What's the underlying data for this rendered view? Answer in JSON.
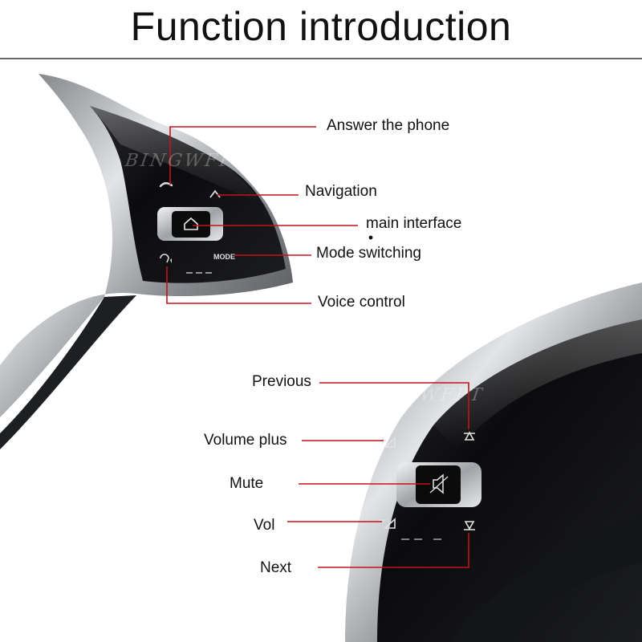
{
  "title": "Function introduction",
  "watermark": "BINGWFPT",
  "upper_labels": {
    "answer_phone": "Answer the phone",
    "navigation": "Navigation",
    "main_interface": "main interface",
    "mode_switching": "Mode switching",
    "voice_control": "Voice control"
  },
  "lower_labels": {
    "previous": "Previous",
    "volume_plus": "Volume plus",
    "mute": "Mute",
    "vol": "Vol",
    "next": "Next"
  },
  "button_text": {
    "mode": "MODE"
  },
  "icons": {
    "phone": "phone-icon",
    "nav": "navigation-arrow-icon",
    "home": "home-icon",
    "voice": "voice-control-icon",
    "prev": "previous-track-icon",
    "vol_up": "volume-up-icon",
    "mute": "mute-icon",
    "vol_down": "volume-down-icon",
    "next": "next-track-icon"
  },
  "colors": {
    "callout_line": "#c0141b",
    "panel": "#0d0d0f",
    "chrome": "#a9abaf"
  }
}
